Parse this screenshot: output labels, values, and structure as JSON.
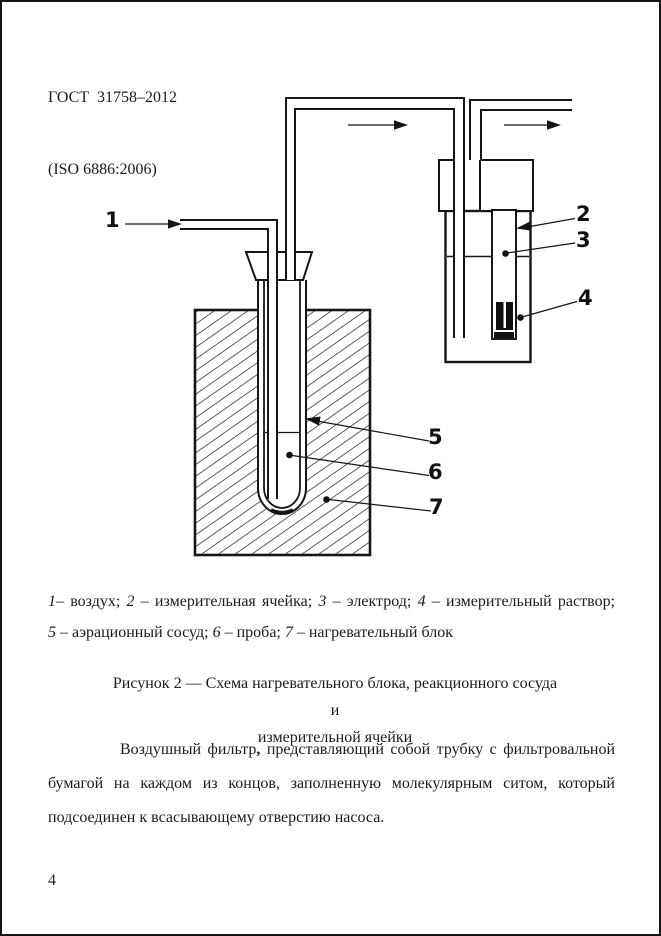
{
  "header": {
    "line1": "ГОСТ  31758–2012",
    "line2": "(ISO 6886:2006)"
  },
  "diagram": {
    "labels": {
      "n1": "1",
      "n2": "2",
      "n3": "3",
      "n4": "4",
      "n5": "5",
      "n6": "6",
      "n7": "7"
    },
    "line_color": "#161616",
    "fill_color": "#ffffff"
  },
  "legend": {
    "line1": [
      {
        "n": "1",
        "t": "– воздух;"
      },
      {
        "n": "2",
        "t": " – измерительная ячейка;"
      },
      {
        "n": "3",
        "t": " – электрод;"
      },
      {
        "n": "4",
        "t": " – измерительный раствор;"
      }
    ],
    "line2": [
      {
        "n": "5",
        "t": " – аэрационный сосуд;"
      },
      {
        "n": "6",
        "t": " – проба;"
      },
      {
        "n": "7",
        "t": " – нагревательный блок"
      }
    ]
  },
  "caption": {
    "line1": "Рисунок 2 — Схема нагревательного блока, реакционного сосуда и",
    "line2": "измерительной ячейки"
  },
  "paragraph": {
    "lead": "Воздушный фильтр",
    "comma": ",",
    "rest": " представляющий собой трубку с фильтровальной бумагой на каждом из концов, заполненную молекулярным ситом, который подсоединен к всасывающему отверстию насоса."
  },
  "page": {
    "number": "4"
  }
}
